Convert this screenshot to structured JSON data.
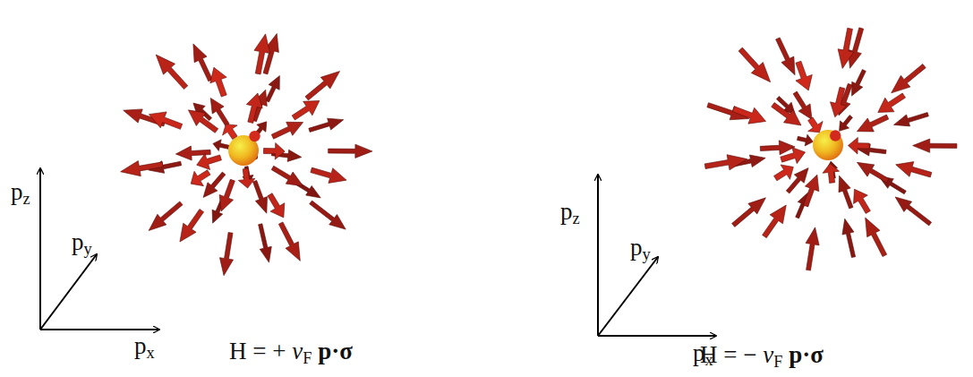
{
  "diagram": {
    "labels": [
      "pz",
      "py",
      "px",
      "H = + vF p·σ",
      "pz",
      "py",
      "px",
      "H = − vF p·σ"
    ]
  }
}
